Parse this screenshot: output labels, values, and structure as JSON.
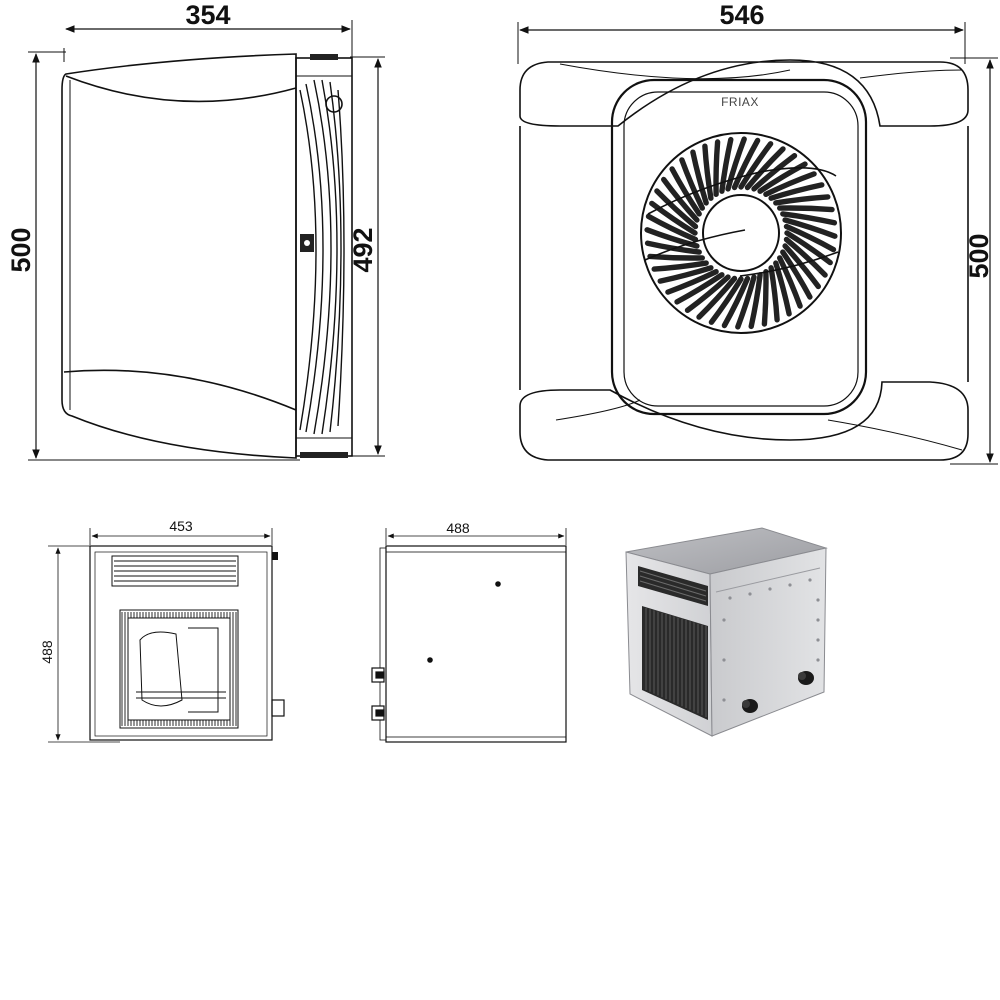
{
  "dimensions": {
    "side_view": {
      "width": "354",
      "height_front": "500",
      "height_back": "492"
    },
    "front_view": {
      "width": "546",
      "height": "500"
    },
    "unit_front": {
      "width": "453",
      "height": "488"
    },
    "unit_side": {
      "width": "488"
    }
  },
  "brand": "FRIAX",
  "colors": {
    "line": "#111111",
    "metal_light": "#d6d6d8",
    "metal_dark": "#a8a9ad",
    "grille": "#2a2a2a"
  }
}
